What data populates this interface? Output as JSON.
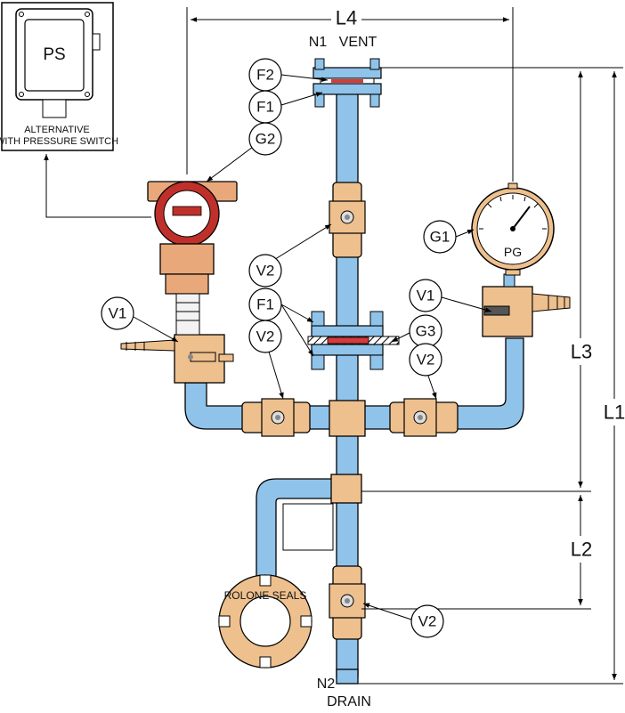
{
  "pressure_switch": {
    "label": "PS",
    "caption_line1": "ALTERNATIVE",
    "caption_line2": "WITH PRESSURE SWITCH"
  },
  "ports": {
    "vent_id": "N1",
    "vent_label": "VENT",
    "drain_id": "N2",
    "drain_label": "DRAIN"
  },
  "gauge_face_label": "PG",
  "seal_text": "ROLONE SEALS",
  "callouts": {
    "f2": "F2",
    "f1_top": "F1",
    "g2": "G2",
    "g1": "G1",
    "v2_upper": "V2",
    "f1_mid": "F1",
    "v2_left": "V2",
    "g3": "G3",
    "v1_left": "V1",
    "v1_right": "V1",
    "v2_right": "V2",
    "v2_lower": "V2"
  },
  "dimensions": {
    "l4": "L4",
    "l3": "L3",
    "l1": "L1",
    "l2": "L2"
  },
  "colors": {
    "pipe": "#8fc3ea",
    "valve": "#eec08e",
    "transmitter_body": "#e8a87a",
    "transmitter_red": "#c0302a",
    "outline": "#000000"
  }
}
